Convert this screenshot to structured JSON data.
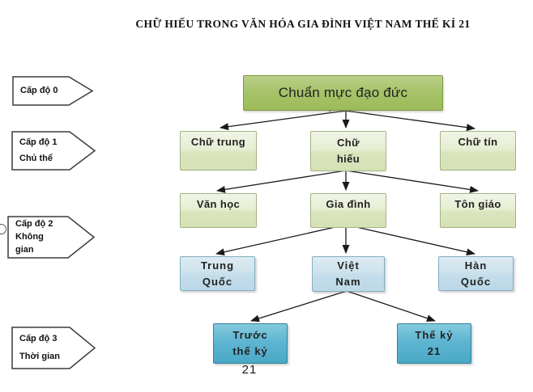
{
  "title": "CHỮ HIẾU TRONG VĂN HÓA GIA ĐÌNH VIỆT NAM THẾ KỈ 21",
  "level_labels": [
    {
      "lines": [
        "Cấp độ 0"
      ]
    },
    {
      "lines": [
        "Cấp độ 1",
        "Chủ thể"
      ]
    },
    {
      "lines": [
        "Cấp độ 2",
        "Không",
        "gian"
      ]
    },
    {
      "lines": [
        "Cấp độ 3",
        "Thời gian"
      ]
    }
  ],
  "tree": {
    "root": {
      "label": "Chuẩn mực đạo đức"
    },
    "level1": [
      {
        "lines": [
          "Chữ trung"
        ]
      },
      {
        "lines": [
          "Chữ",
          "hiếu"
        ]
      },
      {
        "lines": [
          "Chữ tín"
        ]
      }
    ],
    "level2": [
      {
        "lines": [
          "Văn học"
        ]
      },
      {
        "lines": [
          "Gia đình"
        ]
      },
      {
        "lines": [
          "Tôn giáo"
        ]
      }
    ],
    "level3": [
      {
        "lines": [
          "Trung",
          "Quốc"
        ]
      },
      {
        "lines": [
          "Việt",
          "Nam"
        ]
      },
      {
        "lines": [
          "Hàn",
          "Quốc"
        ]
      }
    ],
    "level4": [
      {
        "lines": [
          "Trước",
          "thế kỷ"
        ],
        "caption": "21"
      },
      {
        "lines": [
          "Thế kỷ",
          "21"
        ]
      }
    ]
  },
  "colors": {
    "root_fill": "#a8c36b",
    "root_border": "#7f9a43",
    "green_fill": "#dde7c3",
    "green_border": "#a2b384",
    "blue_fill": "#c3dde9",
    "blue_border": "#84aec1",
    "teal_fill": "#56afcc",
    "teal_border": "#35809e",
    "connector": "#1a1a1a"
  }
}
